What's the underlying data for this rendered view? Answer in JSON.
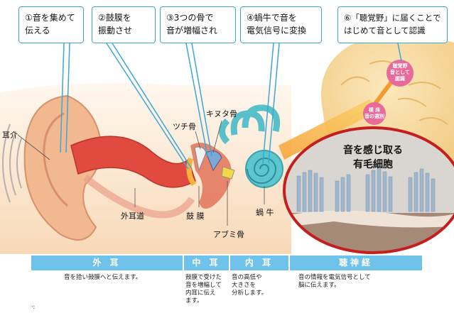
{
  "steps": [
    {
      "label": "①音を集めて\n伝える"
    },
    {
      "label": "②鼓膜を\n振動させ"
    },
    {
      "label": "③3つの骨で\n音が増幅され"
    },
    {
      "label": "④蝸牛で音を\n電気信号に変換"
    },
    {
      "label": "⑥「聴覚野」に届くことで\nはじめて音として認識"
    }
  ],
  "anatomy_labels": {
    "pinna": "耳介",
    "ear_canal": "外耳道",
    "eardrum": "鼓 膜",
    "malleus": "ツチ骨",
    "incus": "キヌタ骨",
    "stapes": "アブミ骨",
    "cochlea": "蝸 牛"
  },
  "brain_labels": {
    "auditory_cortex": "聴覚野\n音として\n認識",
    "thalamus": "視 床\n音の選別"
  },
  "hair_cell_title": "音を感じ取る\n有毛細胞",
  "sections": [
    {
      "name": "外 耳",
      "desc": "音を拾い鼓膜へと伝えます。"
    },
    {
      "name": "中 耳",
      "desc": "鼓膜で受けた\n音を増幅して\n内耳に伝え\nます。"
    },
    {
      "name": "内 耳",
      "desc": "音の高低や\n大きさを\n分析します。"
    },
    {
      "name": "聴神経",
      "desc": "音の情報を電気信号として\n脳に伝えます。"
    }
  ],
  "footnote": "·:",
  "colors": {
    "accent_blue": "#3aa7d8",
    "section_blue": "#6fc2ea",
    "skin": "#f6cfa8",
    "canal_red": "#e14b3f",
    "brain": "#f7dca0",
    "hair_cells": "#9fb6cc",
    "circle_border": "#c41e1e"
  }
}
